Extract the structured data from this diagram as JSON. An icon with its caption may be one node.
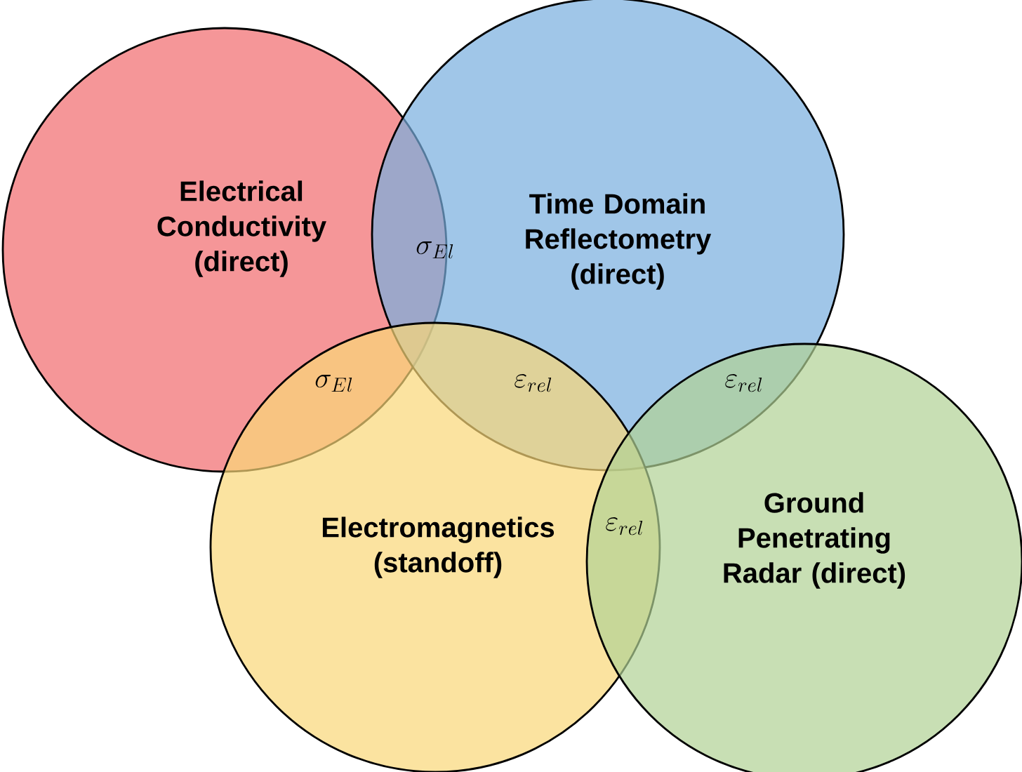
{
  "diagram": {
    "nodes": [
      {
        "text": [
          "Electrical Conductivity (direct)"
        ]
      },
      {
        "text": [
          "Time Domain Reflectometry (direct)"
        ]
      },
      {
        "text": [
          "Electromagnetics (standoff)"
        ]
      },
      {
        "text": [
          "Ground Penetrating Radar (direct)"
        ]
      }
    ],
    "edges": [],
    "labels": [
      "\\sigma_{El}",
      "\\sigma_{El}",
      "\\varepsilon_{rel}",
      "\\varepsilon_{rel}",
      "\\varepsilon_{rel}"
    ]
  }
}
